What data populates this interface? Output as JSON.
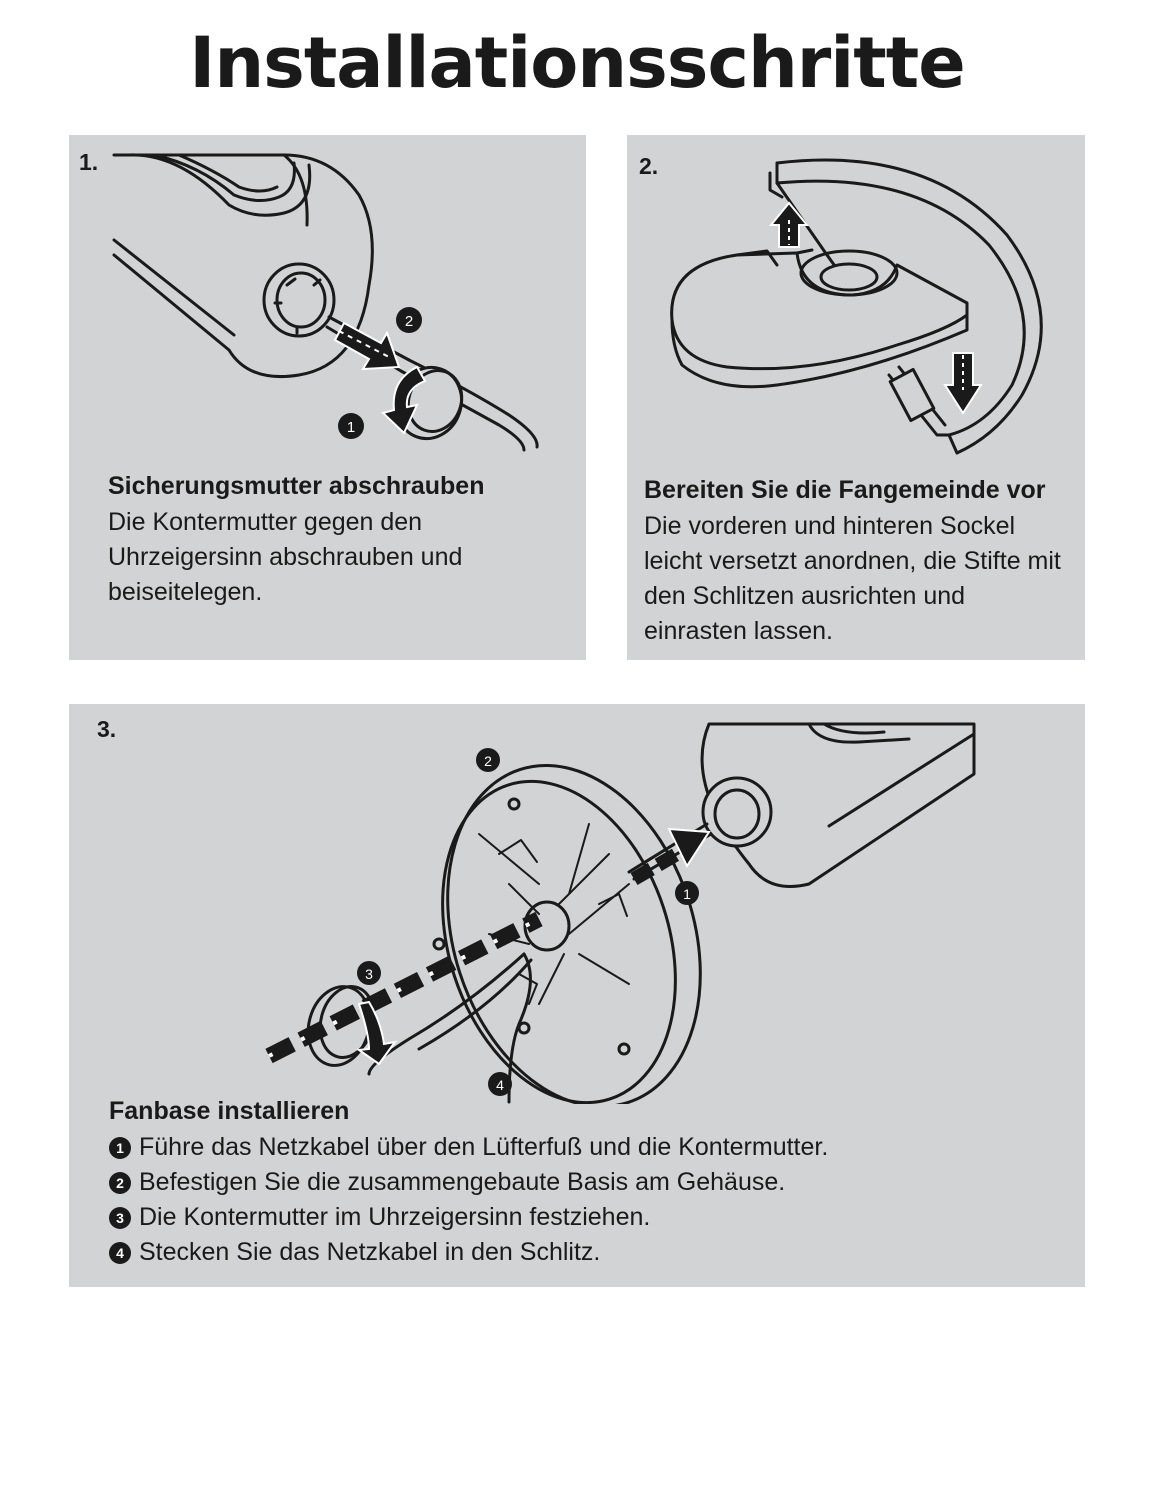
{
  "page_title": "Installationsschritte",
  "steps": [
    {
      "number": "1.",
      "heading": "Sicherungsmutter abschrauben",
      "text": "Die Kontermutter gegen den Uhrzeigersinn abschrauben und beiseitelegen.",
      "callouts": [
        "1",
        "2"
      ]
    },
    {
      "number": "2.",
      "heading": "Bereiten Sie die Fangemeinde vor",
      "text": "Die vorderen und hinteren Sockel leicht versetzt anordnen, die Stifte mit den Schlitzen ausrichten und einrasten lassen."
    },
    {
      "number": "3.",
      "heading": "Fanbase installieren",
      "callouts": [
        "1",
        "2",
        "3",
        "4"
      ],
      "items": [
        {
          "marker": "1",
          "text": "Führe das Netzkabel über den Lüfterfuß und die Kontermutter."
        },
        {
          "marker": "2",
          "text": "Befestigen Sie die zusammengebaute Basis am Gehäuse."
        },
        {
          "marker": "3",
          "text": "Die Kontermutter im Uhrzeigersinn festziehen."
        },
        {
          "marker": "4",
          "text": "Stecken Sie das Netzkabel in den Schlitz."
        }
      ]
    }
  ],
  "colors": {
    "panel": "#d1d3d4",
    "ink": "#1a1a1a",
    "background": "#ffffff"
  },
  "icons": [
    "callout-number-icon",
    "arrow-icon"
  ]
}
